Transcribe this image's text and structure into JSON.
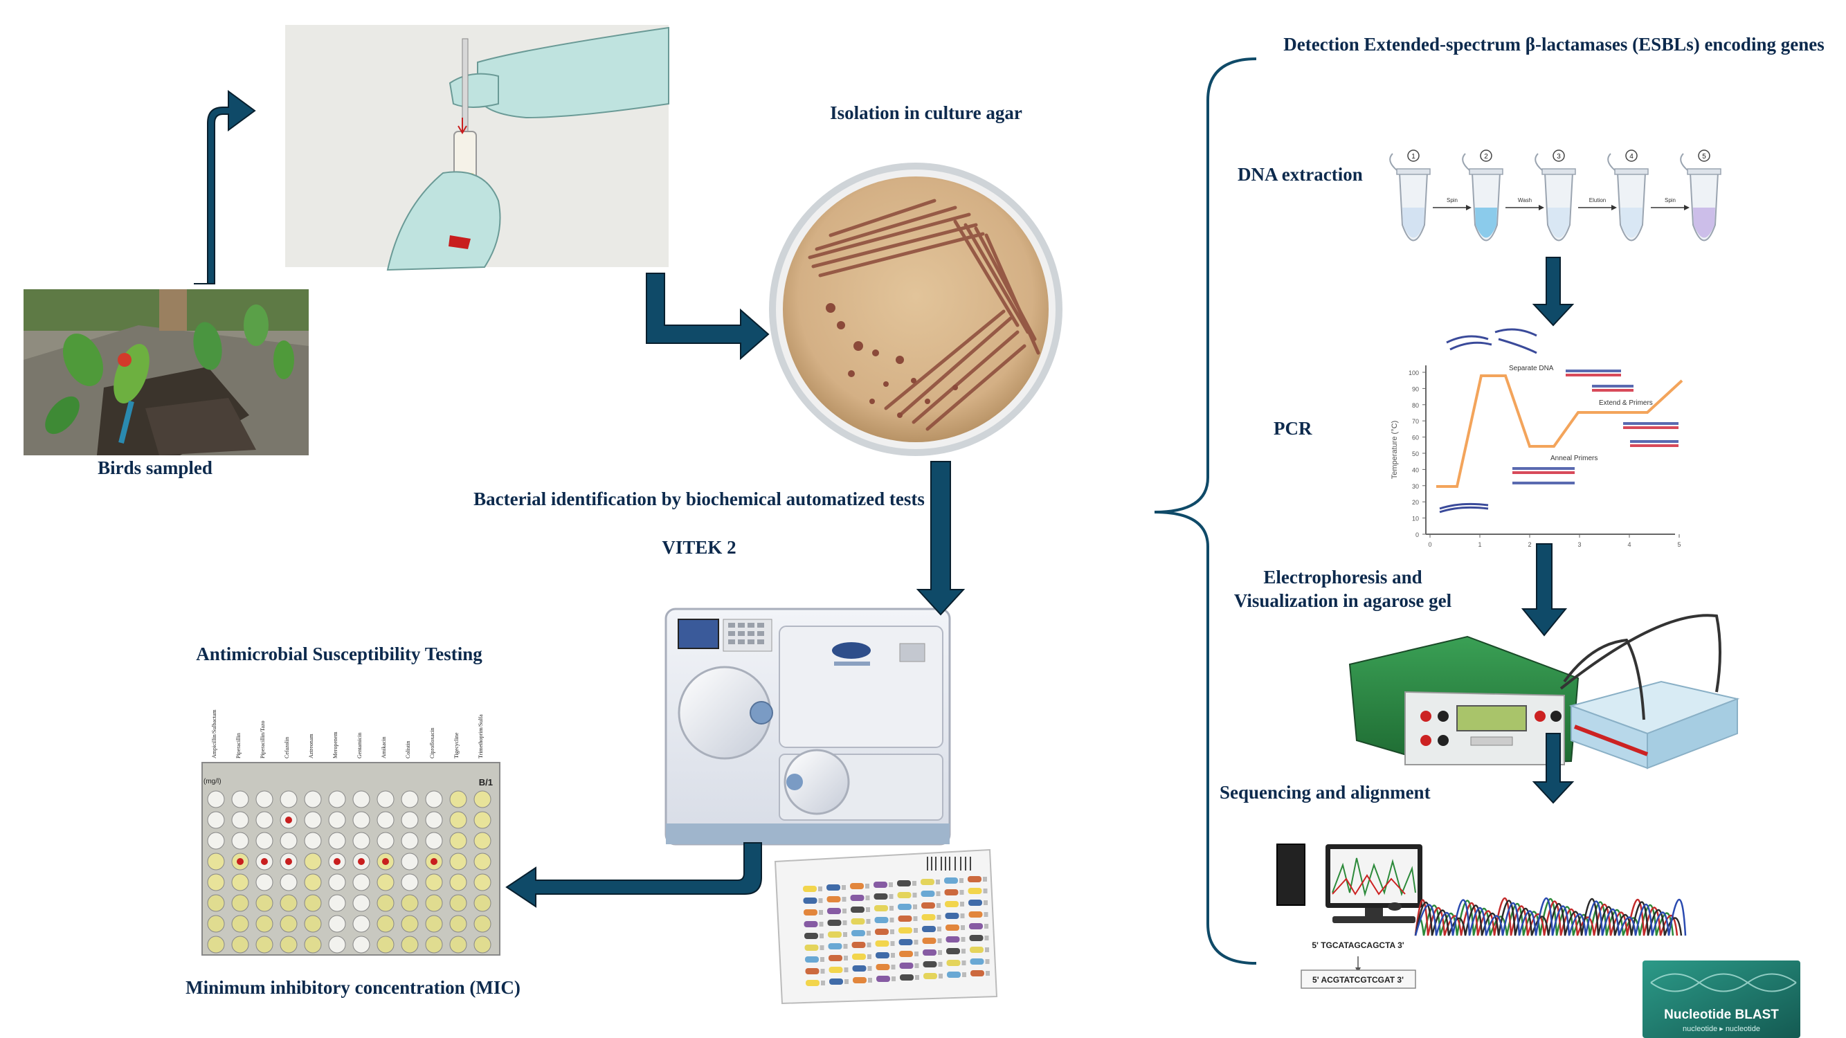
{
  "labels": {
    "birds_sampled": "Birds sampled",
    "isolation": "Isolation in culture agar",
    "bacterial_id": "Bacterial identification by biochemical automatized tests",
    "vitek": "VITEK 2",
    "ast": "Antimicrobial Susceptibility Testing",
    "mic": "Minimum inhibitory concentration (MIC)",
    "esbl_title": "Detection Extended-spectrum β-lactamases (ESBLs) encoding genes",
    "dna_extraction": "DNA extraction",
    "pcr": "PCR",
    "electrophoresis": "Electrophoresis and Visualization in agarose gel",
    "sequencing": "Sequencing and alignment"
  },
  "dna_steps": {
    "numbers": [
      "1",
      "2",
      "3",
      "4",
      "5"
    ],
    "actions": [
      "Spin",
      "Wash",
      "Elution",
      "Spin"
    ]
  },
  "pcr_chart": {
    "y_axis_label": "Temperature (°C)",
    "y_ticks": [
      "100",
      "90",
      "80",
      "70",
      "60",
      "50",
      "40",
      "30",
      "20",
      "10",
      "0"
    ],
    "x_ticks": [
      "0",
      "1",
      "2",
      "3",
      "4",
      "5"
    ],
    "annotations": [
      "Separate DNA",
      "Anneal Primers",
      "Extend & Primers"
    ]
  },
  "ast_plate": {
    "antibiotics": [
      "Ampicillin/Sulbactam",
      "Piperacillin",
      "Piperacillin/Tazo",
      "Cefazolin",
      "Aztreonam",
      "Meropenem",
      "Gentamicin",
      "Amikacin",
      "Colistin",
      "Ciprofloxacin",
      "Tigecycline",
      "Trimethoprim/Sulfa"
    ],
    "plate_id": "B/1",
    "unit": "(mg/l)"
  },
  "sequencing": {
    "seq1": "5' TGCATAGCAGCTA 3'",
    "seq2": "5' ACGTATCGTCGAT 3'",
    "blast_title": "Nucleotide BLAST",
    "blast_sub": "nucleotide ▸ nucleotide"
  },
  "colors": {
    "arrow": "#0f4a68",
    "label": "#0d2a4d",
    "agar": "#d9b98c",
    "streak": "#8b4a3a",
    "blast_bg": "#1e7a6e"
  }
}
